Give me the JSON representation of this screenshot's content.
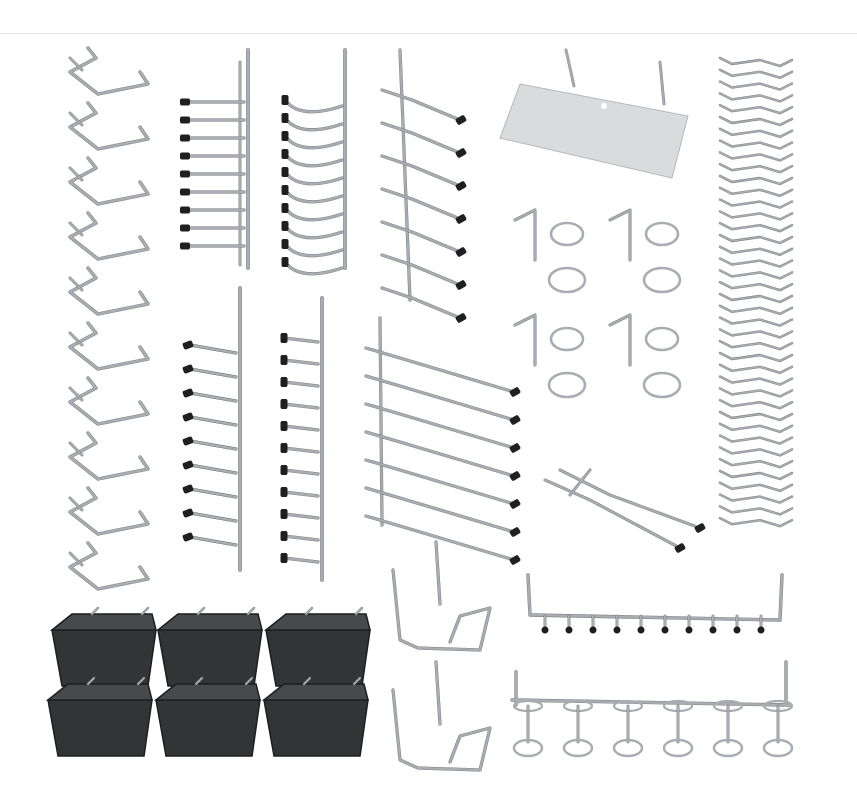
{
  "photo": {
    "subject": "pegboard-hook-assortment",
    "colors": {
      "background": "#ffffff",
      "divider": "#e6e6e6",
      "steel": "#a9adb2",
      "steel_dark": "#6f7378",
      "cap": "#1f1f1f",
      "bin": "#333436",
      "bin_edge": "#1c1d1f",
      "plate": "#d9dbdd"
    },
    "groups": [
      {
        "name": "j-hooks",
        "count": 10
      },
      {
        "name": "l-hooks-top",
        "count": 9
      },
      {
        "name": "curved-hooks",
        "count": 10
      },
      {
        "name": "angled-capped-hooks",
        "count": 7
      },
      {
        "name": "label-plate",
        "count": 1
      },
      {
        "name": "ring-holders",
        "count": 4
      },
      {
        "name": "zigzag-locks",
        "count": 40
      },
      {
        "name": "l-hooks-bottom",
        "count": 9
      },
      {
        "name": "straight-hooks-bottom",
        "count": 11
      },
      {
        "name": "long-capped-hooks",
        "count": 7
      },
      {
        "name": "double-prong-hook",
        "count": 1
      },
      {
        "name": "multi-prong-bar",
        "count": 1
      },
      {
        "name": "ring-bar-holder",
        "count": 1
      },
      {
        "name": "u-shelf-hooks",
        "count": 2
      },
      {
        "name": "storage-bins",
        "count": 6
      }
    ]
  }
}
